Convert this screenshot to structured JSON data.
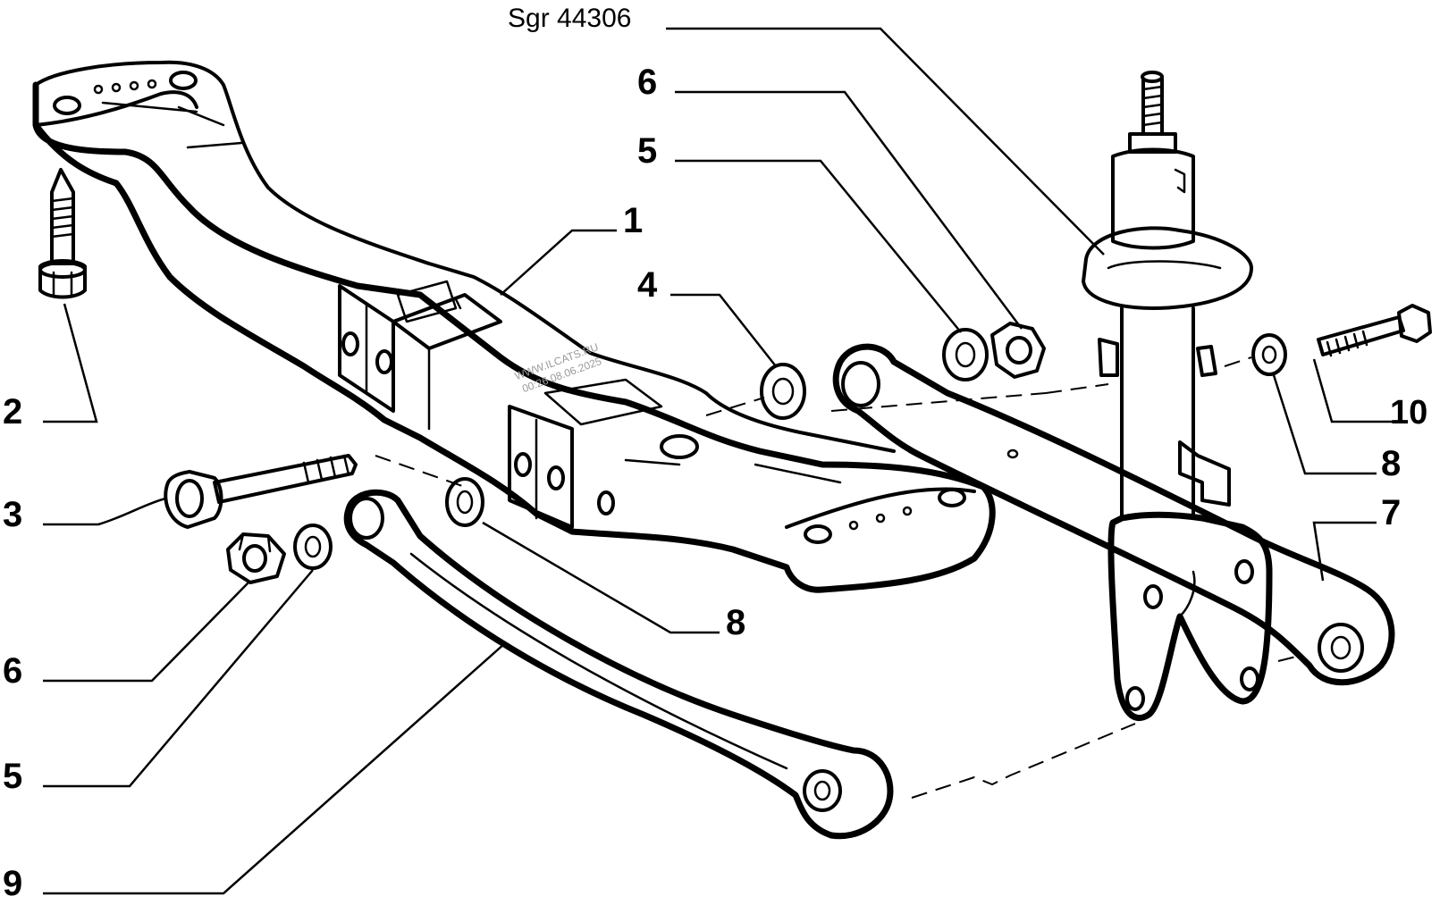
{
  "diagram": {
    "reference_code": "Sgr 44306",
    "watermark": {
      "line1": "WWW.ILCATS.RU",
      "line2": "00:26 08.06.2025"
    },
    "callouts": [
      {
        "id": "c1",
        "number": "1",
        "part": "crossmember"
      },
      {
        "id": "c2",
        "number": "2",
        "part": "bolt"
      },
      {
        "id": "c3",
        "number": "3",
        "part": "bolt"
      },
      {
        "id": "c4",
        "number": "4",
        "part": "bushing"
      },
      {
        "id": "c5a",
        "number": "5",
        "part": "washer"
      },
      {
        "id": "c5b",
        "number": "5",
        "part": "washer"
      },
      {
        "id": "c6a",
        "number": "6",
        "part": "nut"
      },
      {
        "id": "c6b",
        "number": "6",
        "part": "nut"
      },
      {
        "id": "c7",
        "number": "7",
        "part": "rear-arm"
      },
      {
        "id": "c8a",
        "number": "8",
        "part": "washer"
      },
      {
        "id": "c8b",
        "number": "8",
        "part": "washer"
      },
      {
        "id": "c9",
        "number": "9",
        "part": "front-arm"
      },
      {
        "id": "c10",
        "number": "10",
        "part": "bolt"
      }
    ]
  }
}
